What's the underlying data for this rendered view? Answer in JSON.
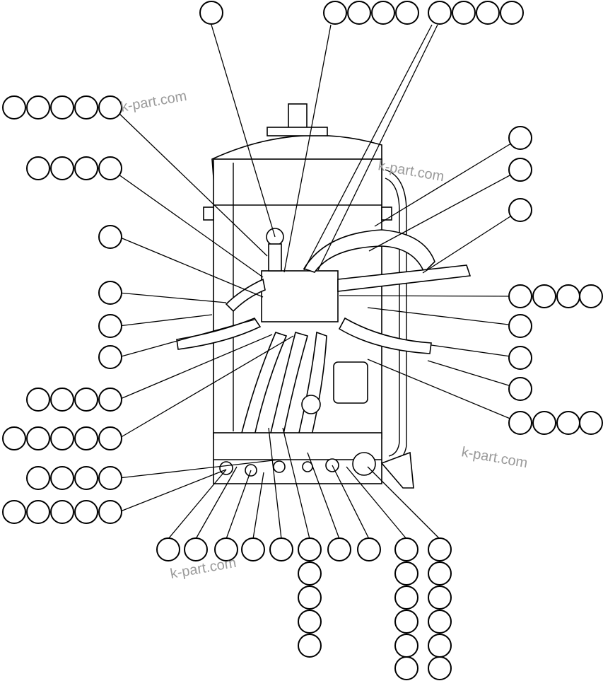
{
  "watermarks": [
    "k-part.com",
    "k-part.com",
    "k-part.com",
    "k-part.com"
  ],
  "callout_icon": "empty-callout-circle",
  "colors": {
    "line": "#000000",
    "background": "#ffffff",
    "watermark": "#9a9a9a"
  }
}
